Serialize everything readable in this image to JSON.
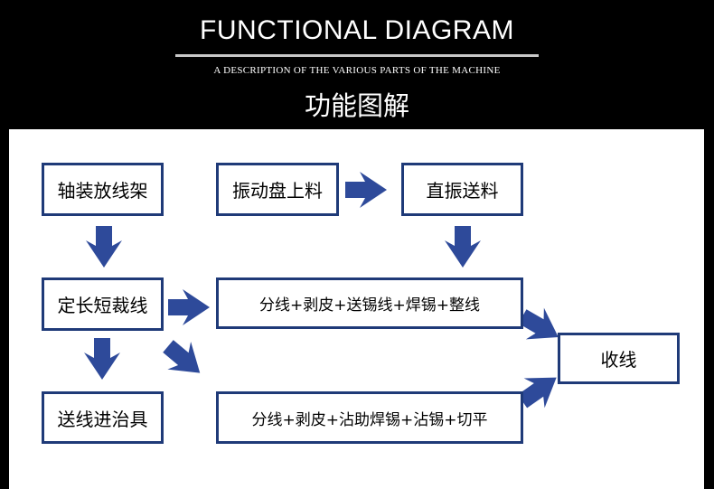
{
  "header": {
    "title": "FUNCTIONAL DIAGRAM",
    "subtitle": "A DESCRIPTION OF THE VARIOUS PARTS OF THE MACHINE",
    "cn_title": "功能图解"
  },
  "nodes": {
    "spool_rack": "轴装放线架",
    "vibration_bowl": "振动盘上料",
    "direct_feed": "直振送料",
    "cut_to_length": "定长短裁线",
    "process_upper": "分线+剥皮+送锡线+焊锡+整线",
    "fixture_feed": "送线进治具",
    "process_lower": "分线+剥皮+沾助焊锡+沾锡+切平",
    "collect": "收线"
  },
  "colors": {
    "box_border": "#1f3a78",
    "arrow": "#2e4a9a",
    "header_bg": "#000000",
    "panel_bg": "#ffffff"
  }
}
